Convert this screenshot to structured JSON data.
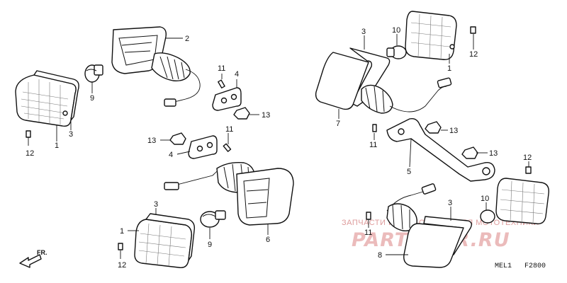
{
  "callouts": {
    "c1a": "1",
    "c1b": "1",
    "c1c": "1",
    "c2": "2",
    "c3a": "3",
    "c3b": "3",
    "c3c": "3",
    "c3d": "3",
    "c4a": "4",
    "c4b": "4",
    "c5": "5",
    "c6": "6",
    "c7": "7",
    "c8": "8",
    "c9a": "9",
    "c9b": "9",
    "c10a": "10",
    "c10b": "10",
    "c11a": "11",
    "c11b": "11",
    "c11c": "11",
    "c11d": "11",
    "c12a": "12",
    "c12b": "12",
    "c12c": "12",
    "c12d": "12",
    "c13a": "13",
    "c13b": "13",
    "c13c": "13",
    "c13d": "13"
  },
  "direction_label": "FR.",
  "diagram_code_left": "MEL1",
  "diagram_code_right": "F2800",
  "watermark": {
    "caption": "ЗАПЧАСТИ И АКСЕССУАРЫ ДЛЯ МОТОТЕХНИКИ",
    "logo": "PARTSPOR.RU"
  }
}
